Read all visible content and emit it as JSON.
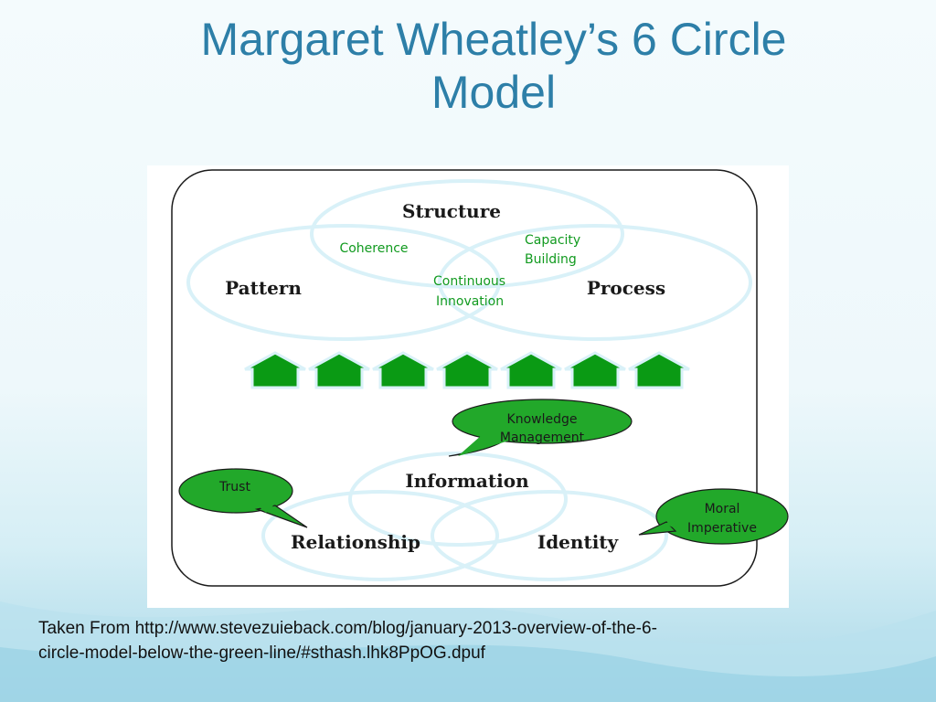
{
  "slide": {
    "title_line1": "Margaret Wheatley’s 6 Circle",
    "title_line2": "Model",
    "source_line1": "Taken From http://www.stevezuieback.com/blog/january-2013-overview-of-the-6-",
    "source_line2": "circle-model-below-the-green-line/#sthash.lhk8PpOG.dpuf"
  },
  "diagram": {
    "upper_circles": {
      "structure": "Structure",
      "pattern": "Pattern",
      "process": "Process"
    },
    "upper_overlaps": {
      "coherence": "Coherence",
      "capacity_line1": "Capacity",
      "capacity_line2": "Building",
      "continuous_line1": "Continuous",
      "continuous_line2": "Innovation"
    },
    "lower_circles": {
      "information": "Information",
      "relationship": "Relationship",
      "identity": "Identity"
    },
    "callouts": {
      "knowledge_line1": "Knowledge",
      "knowledge_line2": "Management",
      "trust": "Trust",
      "moral_line1": "Moral",
      "moral_line2": "Imperative"
    },
    "house_count": 7,
    "colors": {
      "accent_title": "#2d7fa8",
      "circle_outline": "#d9f1f8",
      "house_fill": "#0a9a14",
      "callout_fill": "#22a82a",
      "overlap_text": "#119a1f"
    }
  }
}
